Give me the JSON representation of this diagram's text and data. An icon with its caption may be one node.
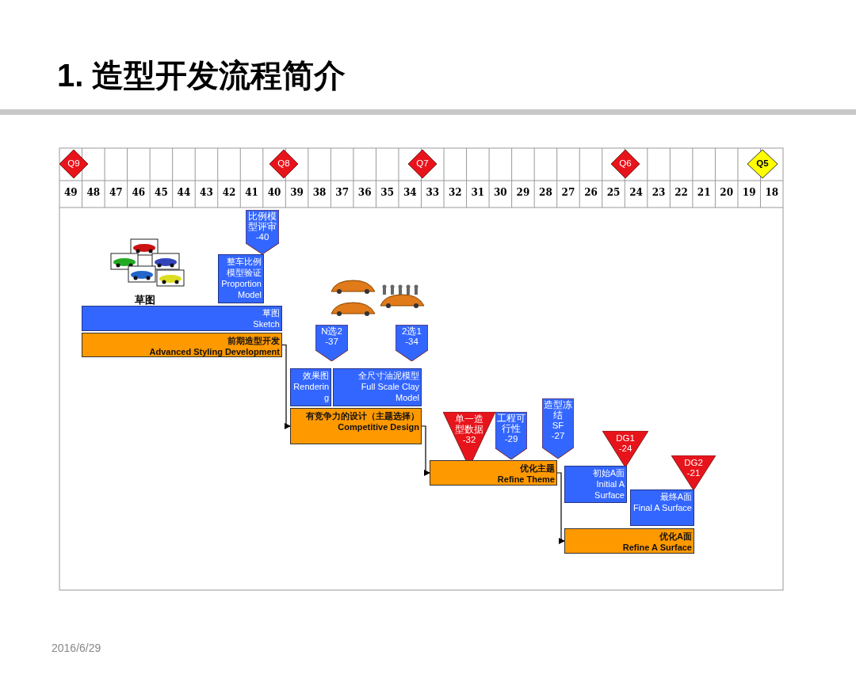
{
  "diagram": {
    "title": "1. 造型开发流程简介",
    "nodes": [
      {
        "text": [
          "Q9"
        ]
      },
      {
        "text": [
          "Q8"
        ]
      },
      {
        "text": [
          "Q7"
        ]
      },
      {
        "text": [
          "Q6"
        ]
      },
      {
        "text": [
          "Q5"
        ]
      },
      {
        "text": [
          "比例模型评审",
          "-40"
        ]
      },
      {
        "text": [
          "整车比例模型验证",
          "Proportion Model"
        ]
      },
      {
        "text": [
          "草图",
          "Sketch"
        ]
      },
      {
        "text": [
          "前期造型开发",
          "Advanced Styling Development"
        ]
      },
      {
        "text": [
          "N选2",
          "-37"
        ]
      },
      {
        "text": [
          "2选1",
          "-34"
        ]
      },
      {
        "text": [
          "效果图",
          "Rendering"
        ]
      },
      {
        "text": [
          "全尺寸油泥模型",
          "Full Scale Clay Model"
        ]
      },
      {
        "text": [
          "有竞争力的设计（主题选择）",
          "Competitive Design"
        ]
      },
      {
        "text": [
          "单一造型数据",
          "-32"
        ]
      },
      {
        "text": [
          "工程可行性",
          "-29"
        ]
      },
      {
        "text": [
          "造型冻结",
          "SF",
          "-27"
        ]
      },
      {
        "text": [
          "优化主题",
          "Refine Theme"
        ]
      },
      {
        "text": [
          "DG1",
          "-24"
        ]
      },
      {
        "text": [
          "初始A面",
          "Initial A Surface"
        ]
      },
      {
        "text": [
          "DG2",
          "-21"
        ]
      },
      {
        "text": [
          "最终A面",
          "Final A Surface"
        ]
      },
      {
        "text": [
          "优化A面",
          "Refine A Surface"
        ]
      }
    ],
    "edges": [
      {
        "from": 8,
        "to": 13,
        "arrow": "to"
      },
      {
        "from": 13,
        "to": 17,
        "arrow": "to"
      },
      {
        "from": 17,
        "to": 22,
        "arrow": "to"
      }
    ],
    "labels": [
      "49",
      "48",
      "47",
      "46",
      "45",
      "44",
      "43",
      "42",
      "41",
      "40",
      "39",
      "38",
      "37",
      "36",
      "35",
      "34",
      "33",
      "32",
      "31",
      "30",
      "29",
      "28",
      "27",
      "26",
      "25",
      "24",
      "23",
      "22",
      "21",
      "20",
      "19",
      "18",
      "草图",
      "2016/6/29"
    ]
  }
}
